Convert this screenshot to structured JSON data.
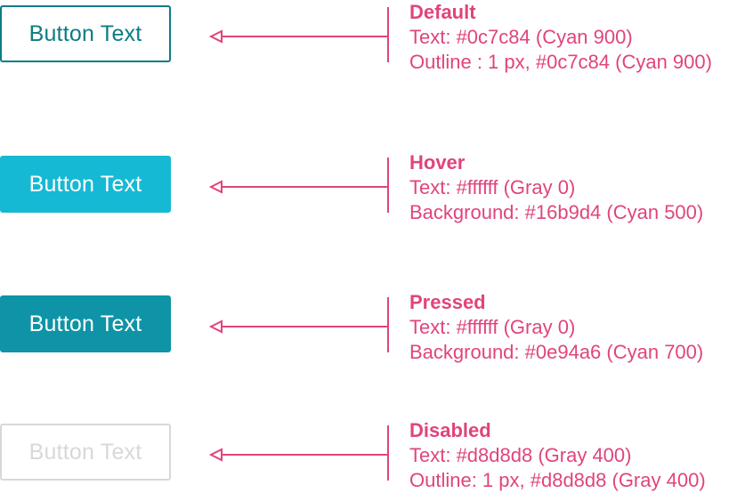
{
  "annotation_color": "#e0447d",
  "states": [
    {
      "key": "default",
      "button_label": "Button Text",
      "text_color": "#0c7c84",
      "background": "#ffffff",
      "outline": "#0c7c84",
      "title": "Default",
      "line1": "Text: #0c7c84 (Cyan 900)",
      "line2": "Outline : 1 px,  #0c7c84 (Cyan 900)"
    },
    {
      "key": "hover",
      "button_label": "Button Text",
      "text_color": "#ffffff",
      "background": "#16b9d4",
      "outline": "",
      "title": "Hover",
      "line1": "Text: #ffffff (Gray 0)",
      "line2": "Background: #16b9d4 (Cyan 500)"
    },
    {
      "key": "pressed",
      "button_label": "Button Text",
      "text_color": "#ffffff",
      "background": "#0e94a6",
      "outline": "",
      "title": "Pressed",
      "line1": "Text: #ffffff (Gray 0)",
      "line2": "Background: #0e94a6 (Cyan 700)"
    },
    {
      "key": "disabled",
      "button_label": "Button Text",
      "text_color": "#d8d8d8",
      "background": "#ffffff",
      "outline": "#d8d8d8",
      "title": "Disabled",
      "line1": "Text: #d8d8d8 (Gray 400)",
      "line2": "Outline: 1 px, #d8d8d8 (Gray 400)"
    }
  ]
}
